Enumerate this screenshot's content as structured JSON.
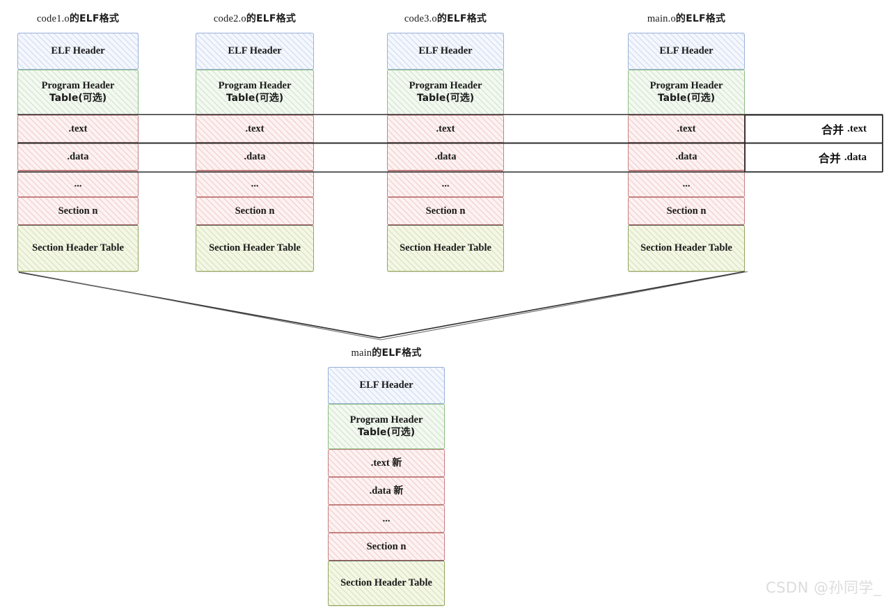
{
  "diagram": {
    "title_suffix_cn": "的ELF格式",
    "watermark": "CSDN @孙同学_",
    "colors": {
      "elf_header": "#9ab0d8",
      "program_header_table": "#8bbd82",
      "section": "#c47f7f",
      "section_header_table": "#93a35e",
      "rule": "#2b2b2b"
    }
  },
  "object_files": [
    {
      "name": "code1.o",
      "title_prefix": "code1.o",
      "segments": [
        {
          "label": "ELF Header",
          "kind": "elf-header"
        },
        {
          "label": "Program Header\nTable(可选)",
          "line1": "Program Header",
          "line2": "Table(可选)",
          "kind": "program-header-table"
        },
        {
          "label": ".text",
          "kind": "section-text"
        },
        {
          "label": ".data",
          "kind": "section-data"
        },
        {
          "label": "...",
          "kind": "section-ellipsis"
        },
        {
          "label": "Section n",
          "kind": "section-n"
        },
        {
          "label": "Section Header Table",
          "kind": "section-header-table"
        }
      ]
    },
    {
      "name": "code2.o",
      "title_prefix": "code2.o",
      "segments": [
        {
          "label": "ELF Header",
          "kind": "elf-header"
        },
        {
          "label": "Program Header\nTable(可选)",
          "line1": "Program Header",
          "line2": "Table(可选)",
          "kind": "program-header-table"
        },
        {
          "label": ".text",
          "kind": "section-text"
        },
        {
          "label": ".data",
          "kind": "section-data"
        },
        {
          "label": "...",
          "kind": "section-ellipsis"
        },
        {
          "label": "Section n",
          "kind": "section-n"
        },
        {
          "label": "Section Header Table",
          "kind": "section-header-table"
        }
      ]
    },
    {
      "name": "code3.o",
      "title_prefix": "code3.o",
      "segments": [
        {
          "label": "ELF Header",
          "kind": "elf-header"
        },
        {
          "label": "Program Header\nTable(可选)",
          "line1": "Program Header",
          "line2": "Table(可选)",
          "kind": "program-header-table"
        },
        {
          "label": ".text",
          "kind": "section-text"
        },
        {
          "label": ".data",
          "kind": "section-data"
        },
        {
          "label": "...",
          "kind": "section-ellipsis"
        },
        {
          "label": "Section n",
          "kind": "section-n"
        },
        {
          "label": "Section Header Table",
          "kind": "section-header-table"
        }
      ]
    },
    {
      "name": "main.o",
      "title_prefix": "main.o",
      "segments": [
        {
          "label": "ELF Header",
          "kind": "elf-header"
        },
        {
          "label": "Program Header\nTable(可选)",
          "line1": "Program Header",
          "line2": "Table(可选)",
          "kind": "program-header-table"
        },
        {
          "label": ".text",
          "kind": "section-text"
        },
        {
          "label": ".data",
          "kind": "section-data"
        },
        {
          "label": "...",
          "kind": "section-ellipsis"
        },
        {
          "label": "Section n",
          "kind": "section-n"
        },
        {
          "label": "Section Header Table",
          "kind": "section-header-table"
        }
      ]
    }
  ],
  "merge_labels": [
    {
      "cn": "合并",
      "section": ".text"
    },
    {
      "cn": "合并",
      "section": ".data"
    }
  ],
  "output_file": {
    "name": "main",
    "title_prefix": "main",
    "segments": [
      {
        "label": "ELF Header",
        "kind": "elf-header"
      },
      {
        "label": "Program Header\nTable(可选)",
        "line1": "Program Header",
        "line2": "Table(可选)",
        "kind": "program-header-table"
      },
      {
        "label": ".text",
        "suffix_cn": "新",
        "kind": "section-text-new"
      },
      {
        "label": ".data",
        "suffix_cn": "新",
        "kind": "section-data-new"
      },
      {
        "label": "...",
        "kind": "section-ellipsis"
      },
      {
        "label": "Section n",
        "kind": "section-n"
      },
      {
        "label": "Section Header Table",
        "kind": "section-header-table"
      }
    ]
  }
}
